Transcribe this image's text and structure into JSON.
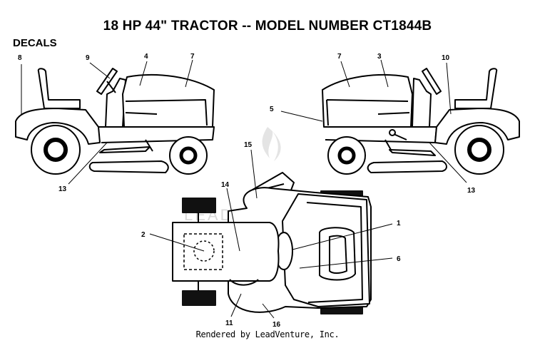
{
  "title": "18 HP 44\" TRACTOR -- MODEL NUMBER CT1844B",
  "section_label": "DECALS",
  "footer": "Rendered by LeadVenture, Inc.",
  "watermark": "LEADVENTURE",
  "callouts": {
    "c1": "1",
    "c2": "2",
    "c3": "3",
    "c4": "4",
    "c5": "5",
    "c6": "6",
    "c7_left": "7",
    "c7_right": "7",
    "c8": "8",
    "c9": "9",
    "c10": "10",
    "c11": "11",
    "c13_left": "13",
    "c13_right": "13",
    "c14": "14",
    "c15": "15",
    "c16": "16"
  }
}
